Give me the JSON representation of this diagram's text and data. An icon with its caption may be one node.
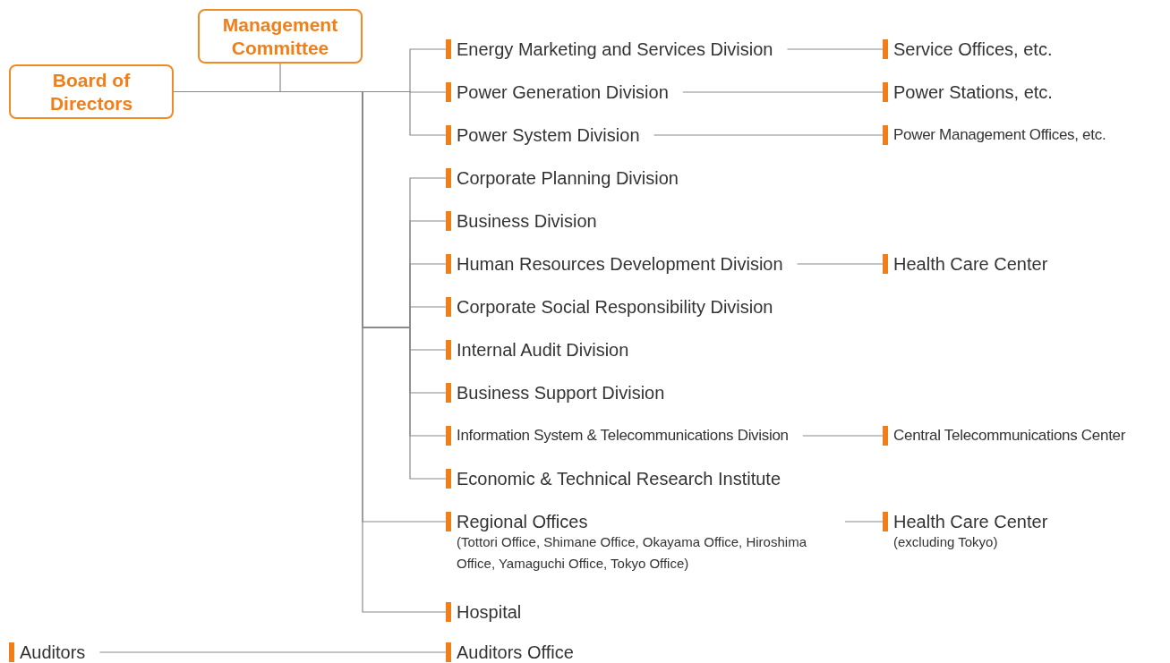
{
  "diagram": {
    "nodes": [
      {
        "text": [
          "Board of Directors"
        ]
      },
      {
        "text": [
          "Management Committee"
        ]
      },
      {
        "text": [
          "Energy Marketing and Services Division"
        ]
      },
      {
        "text": [
          "Service Offices, etc."
        ]
      },
      {
        "text": [
          "Power Generation Division"
        ]
      },
      {
        "text": [
          "Power Stations, etc."
        ]
      },
      {
        "text": [
          "Power System Division"
        ]
      },
      {
        "text": [
          "Power Management Offices, etc."
        ]
      },
      {
        "text": [
          "Corporate Planning Division"
        ]
      },
      {
        "text": [
          "Business Division"
        ]
      },
      {
        "text": [
          "Human Resources Development Division"
        ]
      },
      {
        "text": [
          "Health Care Center"
        ]
      },
      {
        "text": [
          "Corporate Social Responsibility Division"
        ]
      },
      {
        "text": [
          "Internal Audit Division"
        ]
      },
      {
        "text": [
          "Business Support Division"
        ]
      },
      {
        "text": [
          "Information System & Telecommunications Division"
        ]
      },
      {
        "text": [
          "Central Telecommunications Center"
        ]
      },
      {
        "text": [
          "Economic & Technical Research Institute"
        ]
      },
      {
        "text": [
          "Regional Offices",
          "(Tottori Office, Shimane Office, Okayama Office, Hiroshima Office, Yamaguchi Office, Tokyo Office)"
        ]
      },
      {
        "text": [
          "Health Care Center",
          "(excluding Tokyo)"
        ]
      },
      {
        "text": [
          "Hospital"
        ]
      },
      {
        "text": [
          "Auditors"
        ]
      },
      {
        "text": [
          "Auditors Office"
        ]
      }
    ],
    "edges": [
      {
        "from": 0,
        "to": 1,
        "arrow": "none"
      },
      {
        "from": 0,
        "to": 2,
        "arrow": "none"
      },
      {
        "from": 0,
        "to": 4,
        "arrow": "none"
      },
      {
        "from": 0,
        "to": 6,
        "arrow": "none"
      },
      {
        "from": 0,
        "to": 8,
        "arrow": "none"
      },
      {
        "from": 0,
        "to": 9,
        "arrow": "none"
      },
      {
        "from": 0,
        "to": 10,
        "arrow": "none"
      },
      {
        "from": 0,
        "to": 12,
        "arrow": "none"
      },
      {
        "from": 0,
        "to": 13,
        "arrow": "none"
      },
      {
        "from": 0,
        "to": 14,
        "arrow": "none"
      },
      {
        "from": 0,
        "to": 15,
        "arrow": "none"
      },
      {
        "from": 0,
        "to": 17,
        "arrow": "none"
      },
      {
        "from": 0,
        "to": 18,
        "arrow": "none"
      },
      {
        "from": 0,
        "to": 20,
        "arrow": "none"
      },
      {
        "from": 2,
        "to": 3,
        "arrow": "none"
      },
      {
        "from": 4,
        "to": 5,
        "arrow": "none"
      },
      {
        "from": 6,
        "to": 7,
        "arrow": "none"
      },
      {
        "from": 10,
        "to": 11,
        "arrow": "none"
      },
      {
        "from": 15,
        "to": 16,
        "arrow": "none"
      },
      {
        "from": 18,
        "to": 19,
        "arrow": "none"
      },
      {
        "from": 21,
        "to": 22,
        "arrow": "none"
      }
    ]
  }
}
